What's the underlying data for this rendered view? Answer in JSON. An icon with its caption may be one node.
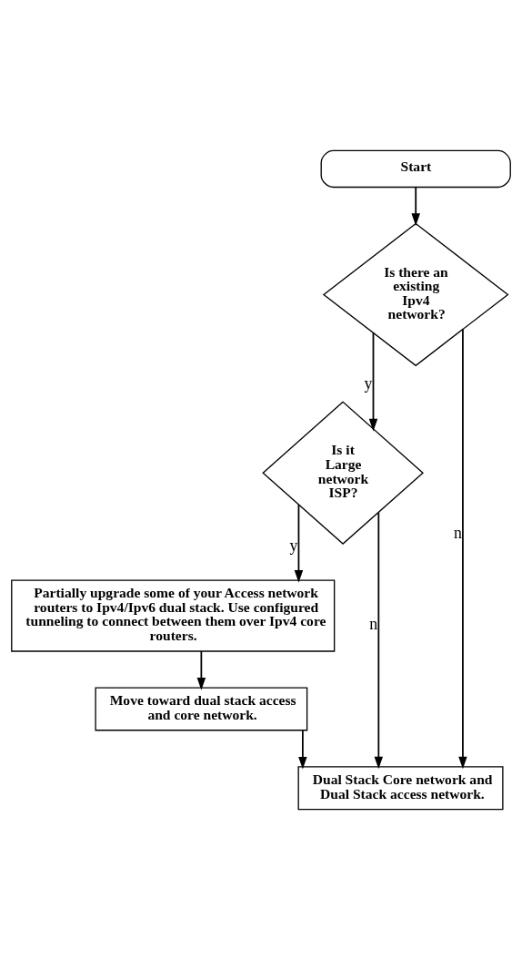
{
  "diagram": {
    "nodes": [
      {
        "text": [
          "Start"
        ]
      },
      {
        "text": [
          "Is there an existing Ipv4 network?"
        ]
      },
      {
        "text": [
          "Is it Large network ISP?"
        ]
      },
      {
        "text": [
          "Partially upgrade some of your Access network routers to Ipv4/Ipv6 dual stack. Use configured tunneling to connect between them over Ipv4 core routers."
        ]
      },
      {
        "text": [
          "Move toward dual stack access and core network."
        ]
      },
      {
        "text": [
          "Dual Stack Core network and Dual Stack access network."
        ]
      }
    ],
    "edges": [
      {
        "from": 0,
        "to": 1,
        "arrow": "to"
      },
      {
        "from": 1,
        "to": 5,
        "arrow": "to",
        "label": "n"
      },
      {
        "from": 1,
        "to": 2,
        "arrow": "to",
        "label": "y"
      },
      {
        "from": 2,
        "to": 5,
        "arrow": "to",
        "label": "n"
      },
      {
        "from": 2,
        "to": 3,
        "arrow": "to",
        "label": "y"
      },
      {
        "from": 3,
        "to": 4,
        "arrow": "to"
      },
      {
        "from": 4,
        "to": 5,
        "arrow": "to"
      }
    ]
  }
}
